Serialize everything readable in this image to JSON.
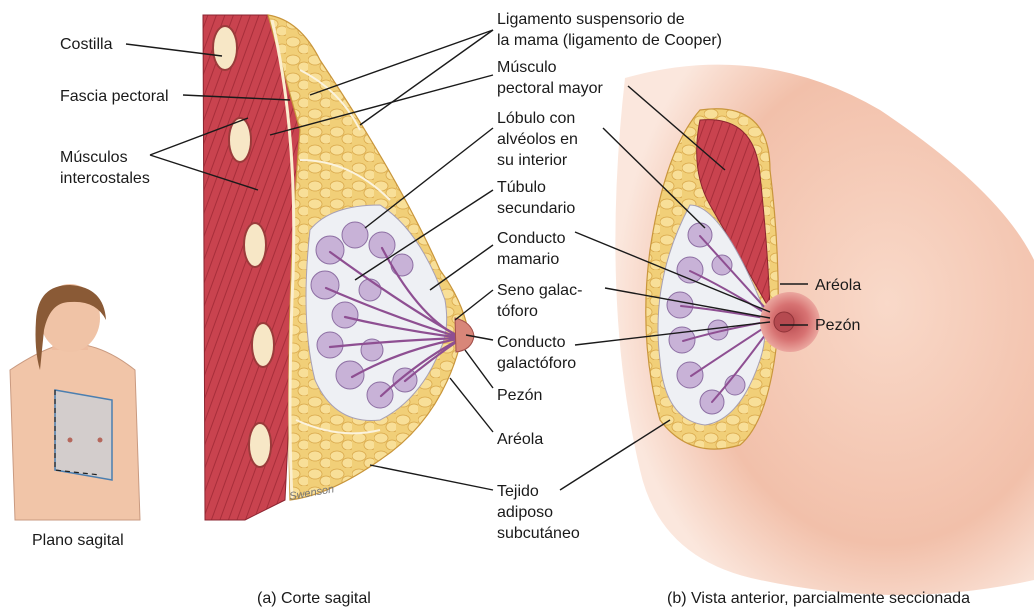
{
  "left_labels": {
    "costilla": "Costilla",
    "fascia": "Fascia pectoral",
    "musculos": "Músculos\nintercostales",
    "plano": "Plano sagital"
  },
  "center_labels": {
    "ligamento": "Ligamento suspensorio de\nla mama (ligamento de Cooper)",
    "musculo": "Músculo\npectoral mayor",
    "lobulo": "Lóbulo con\nalvéolos en\nsu interior",
    "tubulo": "Túbulo\nsecundario",
    "conducto_mamario": "Conducto\nmamario",
    "seno": "Seno galac-\ntóforo",
    "conducto_galac": "Conducto\ngalactóforo",
    "pezon": "Pezón",
    "areola": "Aréola",
    "tejido": "Tejido\nadiposo\nsubcutáneo"
  },
  "right_labels": {
    "areola": "Aréola",
    "pezon": "Pezón"
  },
  "captions": {
    "a": "(a) Corte sagital",
    "b": "(b) Vista anterior, parcialmente seccionada"
  },
  "artist_signature": "Swenson",
  "colors": {
    "muscle": "#c8424e",
    "fat": "#eec86a",
    "skin": "#f6c9b4",
    "lobule": "#c9b3d8",
    "duct": "#9a5d9c",
    "areola": "#d06a6a"
  }
}
